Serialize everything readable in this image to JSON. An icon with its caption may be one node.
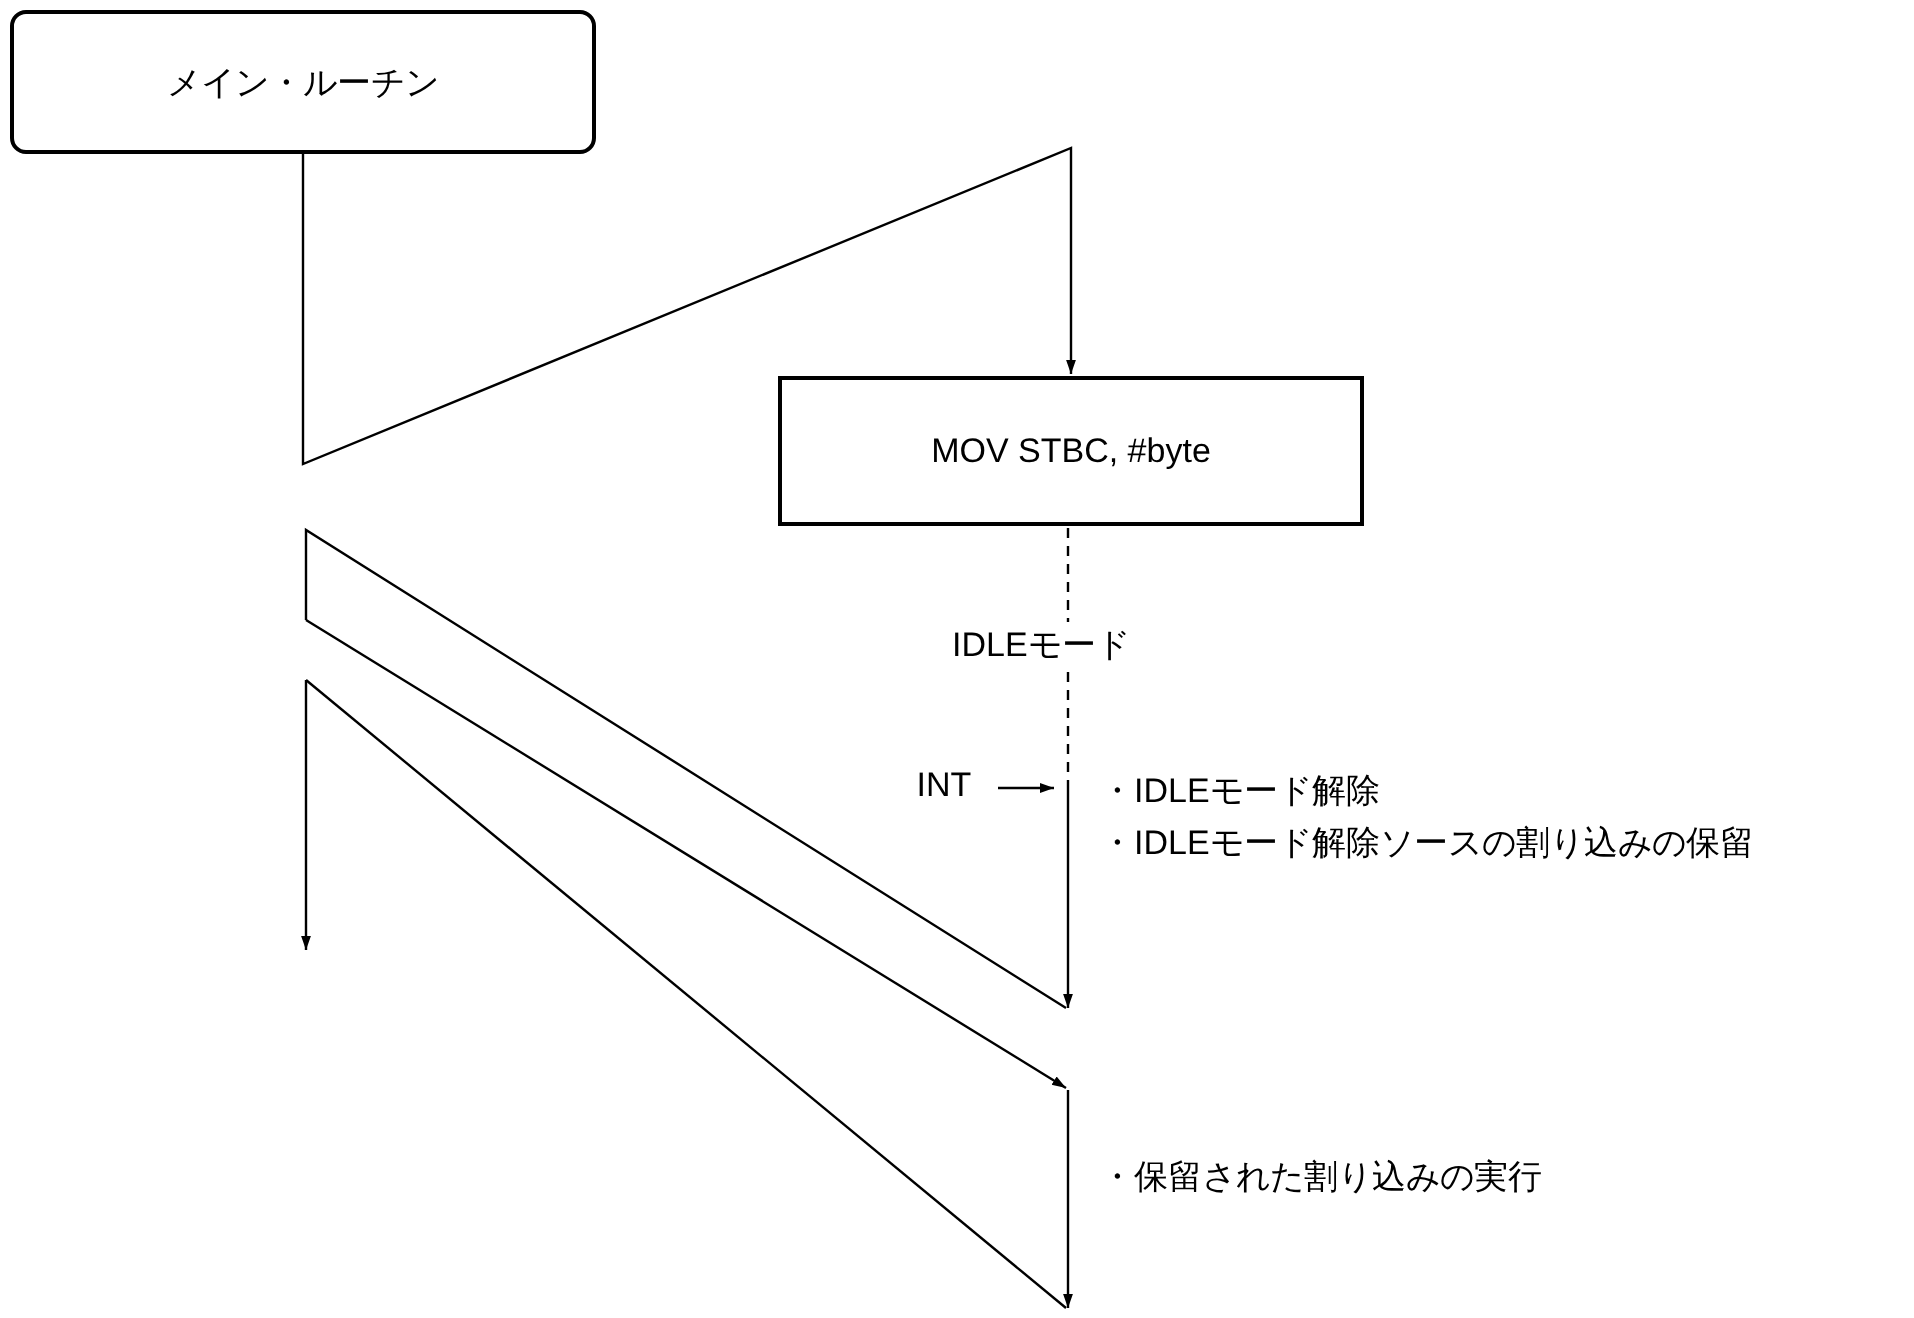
{
  "diagram": {
    "nodes": [
      {
        "text": [
          "メイン・ルーチン"
        ]
      },
      {
        "text": [
          "MOV STBC, #byte"
        ]
      },
      {
        "text": [
          "INT"
        ]
      }
    ],
    "edges": [
      {
        "from": 0,
        "to": 1,
        "arrow": "to"
      },
      {
        "from": 2,
        "to": null,
        "arrow": "to"
      }
    ],
    "labels": [
      "IDLEモード",
      "・IDLEモード解除",
      "・IDLEモード解除ソースの割り込みの保留",
      "・保留された割り込みの実行"
    ]
  }
}
